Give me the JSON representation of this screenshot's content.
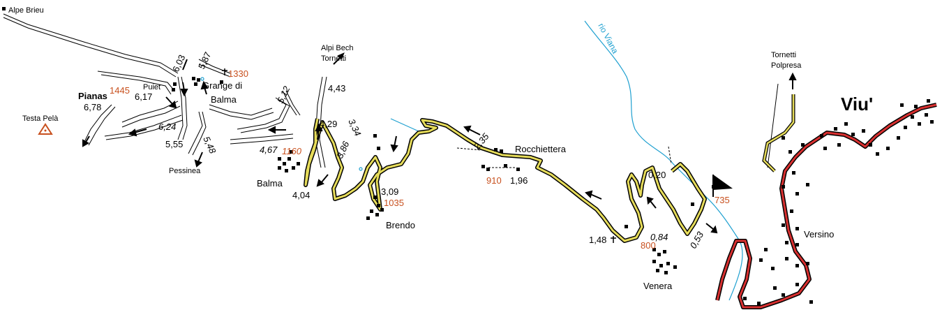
{
  "map": {
    "colors": {
      "road": "#000000",
      "route": "#e6dc5a",
      "main_road": "#d83030",
      "river": "#1fa0d0",
      "altitude": "#c8501e",
      "background": "#ffffff"
    },
    "places": {
      "alpe_brieu": "Alpe Brieu",
      "alpi_bech": "Alpi Bech",
      "tornetti_1": "Tornetti",
      "tornetti_2": "Tornetti",
      "polpresa": "Polpresa",
      "pianas": "Pianas",
      "puiet": "Puiet",
      "grange_di": "Grange di",
      "balma_grange": "Balma",
      "testa_pela": "Testa Pelà",
      "pessinea": "Pessinea",
      "balma": "Balma",
      "brendo": "Brendo",
      "rocchiettera": "Rocchiettera",
      "versino": "Versino",
      "venera": "Venera",
      "viu": "Viu'",
      "rio_viana": "rio Viana"
    },
    "altitudes": {
      "a1445": "1445",
      "a1330": "1330",
      "a1160": "1160",
      "a1035": "1035",
      "a910": "910",
      "a800": "800",
      "a735": "735"
    },
    "distances": {
      "d603": "6,03",
      "d587": "5,87",
      "d617": "6,17",
      "d678": "6,78",
      "d624": "6,24",
      "d555": "5,55",
      "d548": "5,48",
      "d512": "5,12",
      "d443": "4,43",
      "d429": "4,29",
      "d467": "4,67",
      "d404": "4,04",
      "d334": "3,34",
      "d386": "3,86",
      "d309": "3,09",
      "d235": "2,35",
      "d196": "1,96",
      "d148": "1,48",
      "d084": "0,84",
      "d053": "0,53",
      "d020": "0,20"
    },
    "icons": [
      "summit-triangle-icon",
      "start-flag-icon",
      "church-cross-icon",
      "building-icon",
      "direction-arrow-icon"
    ]
  }
}
